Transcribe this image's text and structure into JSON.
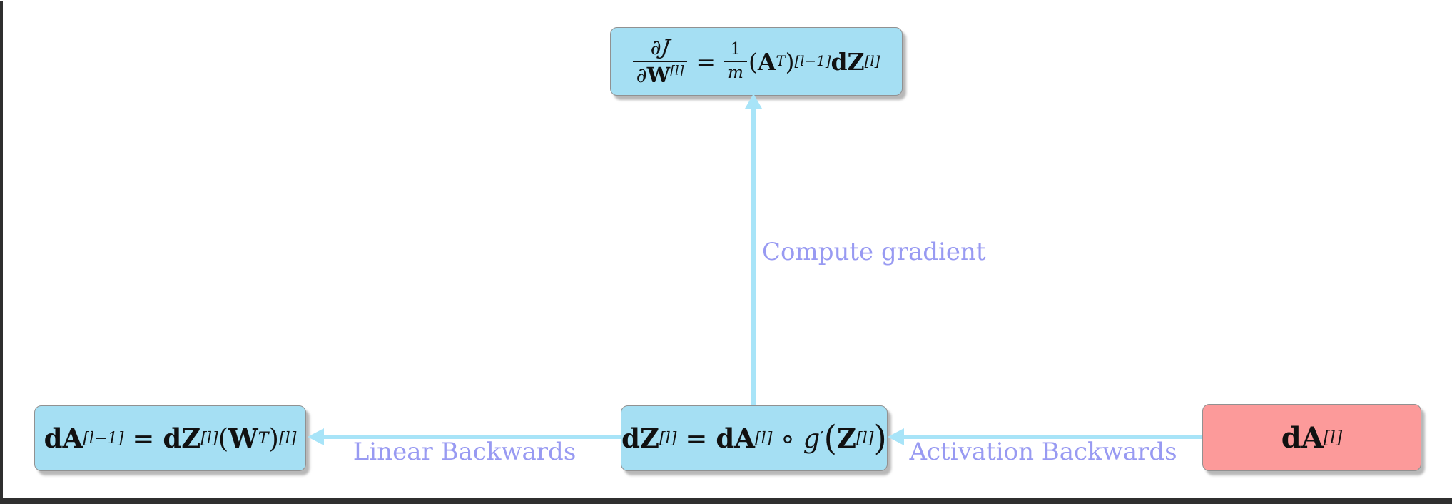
{
  "colors": {
    "background": "#ffffff",
    "frame": "#2f2f2f",
    "box_blue": "#a5dff3",
    "box_pink": "#fc9a9a",
    "box_border": "#919191",
    "arrow": "#a8e4f8",
    "label_text": "#989af2",
    "math_text": "#111111"
  },
  "boxes": {
    "weight_gradient": {
      "partial_top": "∂",
      "j": "J",
      "partial_bottom": "∂",
      "w": "W",
      "w_sup": "[l]",
      "eq": "=",
      "one": "1",
      "m": "m",
      "lp": "(",
      "a": "A",
      "t": "T",
      "rp": ")",
      "paren_sup": "[l−1]",
      "dz": "dZ",
      "dz_sup": "[l]"
    },
    "da_prev": {
      "da": "dA",
      "da_sup": "[l−1]",
      "eq": "=",
      "dz": "dZ",
      "dz_sup": "[l]",
      "lp": "(",
      "w": "W",
      "t": "T",
      "rp": ")",
      "paren_sup": "[l]"
    },
    "dz": {
      "dz": "dZ",
      "dz_sup": "[l]",
      "eq": "=",
      "da": "dA",
      "da_sup": "[l]",
      "circ": "∘",
      "g": "g",
      "prime": "′",
      "lp": "(",
      "z": "Z",
      "z_sup": "[l]",
      "rp": ")"
    },
    "da": {
      "da": "dA",
      "da_sup": "[l]"
    }
  },
  "arrows": {
    "compute_gradient": {
      "label": "Compute gradient"
    },
    "linear_backwards": {
      "label": "Linear Backwards"
    },
    "activation_backwards": {
      "label": "Activation Backwards"
    }
  }
}
